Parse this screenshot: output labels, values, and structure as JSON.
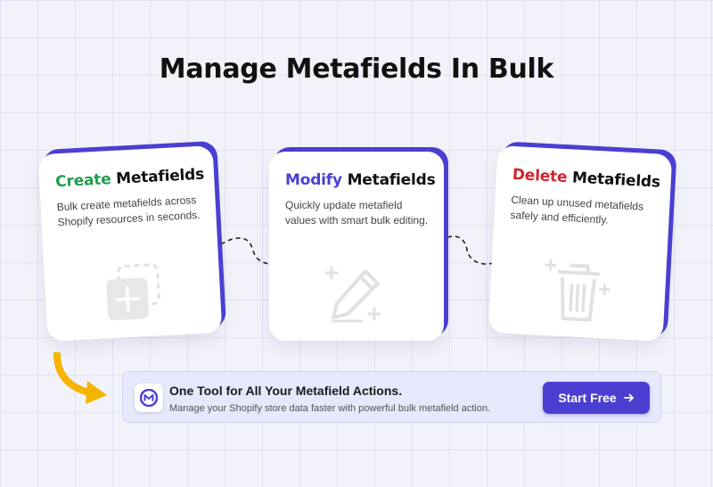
{
  "title": "Manage Metafields In Bulk",
  "cards": [
    {
      "action": "Create",
      "rest": " Metafields",
      "description": "Bulk create metafields across Shopify resources in seconds.",
      "icon": "add-square-icon"
    },
    {
      "action": "Modify",
      "rest": " Metafields",
      "description": "Quickly update metafield values with smart bulk editing.",
      "icon": "pencil-icon"
    },
    {
      "action": "Delete",
      "rest": " Metafields",
      "description": "Clean up unused metafields safely and efficiently.",
      "icon": "trash-icon"
    }
  ],
  "colors": {
    "create": "#1f9d4a",
    "modify": "#4b3fd1",
    "delete": "#d4252f",
    "accent": "#4b3fd1",
    "arrow": "#f5b400"
  },
  "banner": {
    "title": "One Tool for All Your Metafield Actions.",
    "subtitle": "Manage your Shopify store data faster with powerful bulk metafield action.",
    "cta": "Start Free",
    "cta_icon": "arrow-right-icon",
    "logo_letter": "M"
  }
}
